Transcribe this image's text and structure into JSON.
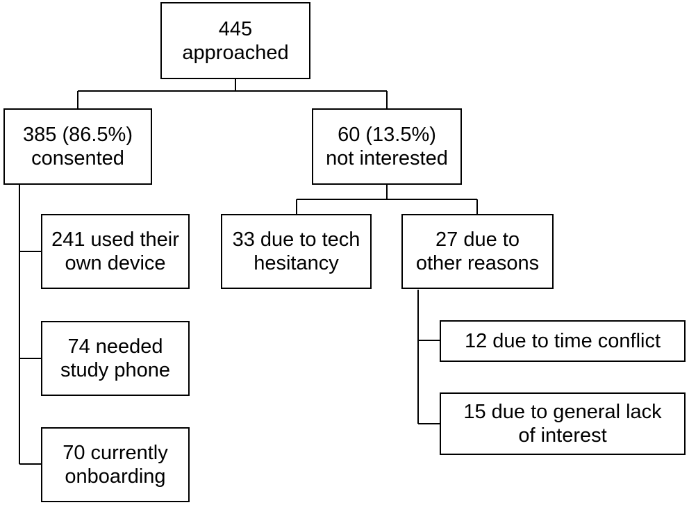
{
  "nodes": {
    "approached": {
      "line1": "445",
      "line2": "approached"
    },
    "consented": {
      "line1": "385 (86.5%)",
      "line2": "consented"
    },
    "not_interested": {
      "line1": "60 (13.5%)",
      "line2": "not interested"
    },
    "own_device": {
      "line1": "241 used their",
      "line2": "own device"
    },
    "study_phone": {
      "line1": "74 needed",
      "line2": "study phone"
    },
    "onboarding": {
      "line1": "70 currently",
      "line2": "onboarding"
    },
    "tech_hesitancy": {
      "line1": "33 due to tech",
      "line2": "hesitancy"
    },
    "other_reasons": {
      "line1": "27 due to",
      "line2": "other reasons"
    },
    "time_conflict": {
      "line1": "12 due to time conflict"
    },
    "lack_of_interest": {
      "line1": "15 due to general lack",
      "line2": "of interest"
    }
  },
  "style": {
    "line_color": "#000000",
    "box_border_color": "#000000",
    "background": "#ffffff"
  }
}
